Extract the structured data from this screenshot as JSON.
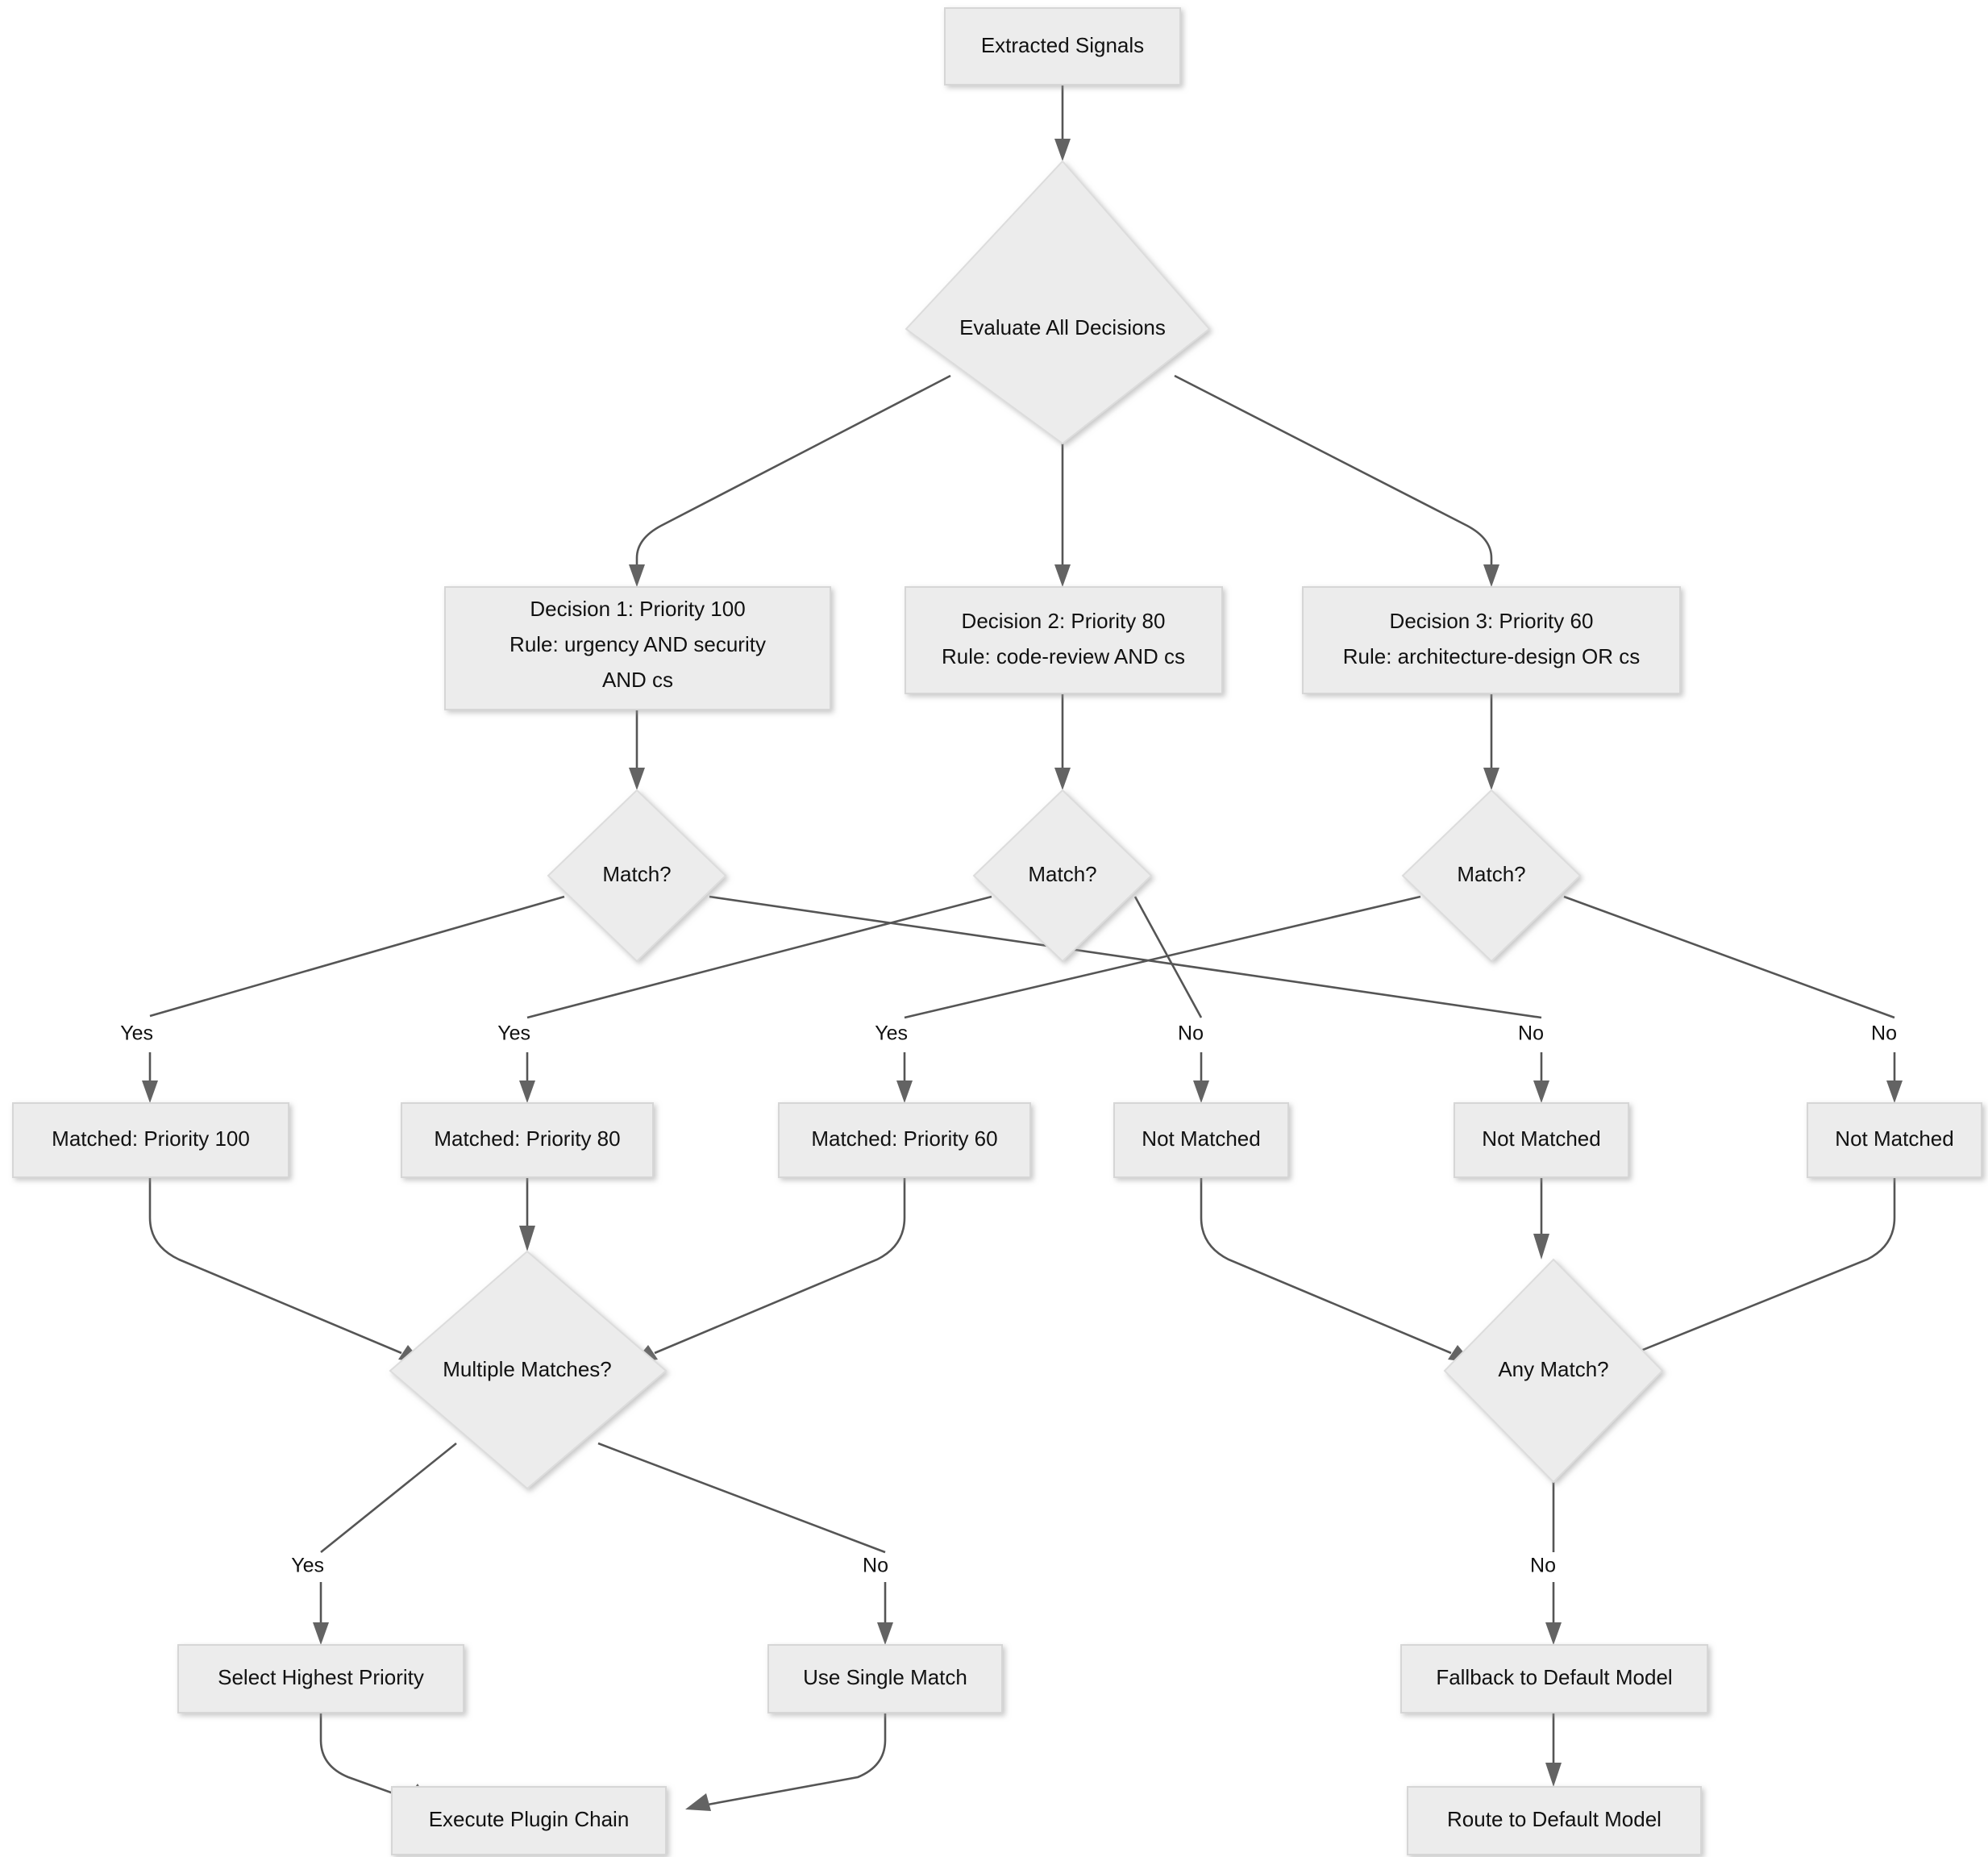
{
  "diagram": {
    "type": "flowchart",
    "direction": "top-down",
    "title": "Decision Routing Flowchart",
    "theme": {
      "node_fill": "#ececec",
      "node_stroke": "#d6d6d6",
      "edge_stroke": "#555555",
      "arrow_fill": "#636363",
      "text_color": "#111111",
      "background": "#ffffff"
    },
    "nodes": [
      {
        "id": "extracted-signals",
        "shape": "rect",
        "lines": [
          "Extracted Signals"
        ]
      },
      {
        "id": "evaluate-all",
        "shape": "diamond",
        "lines": [
          "Evaluate All Decisions"
        ]
      },
      {
        "id": "decision-1",
        "shape": "rect",
        "lines": [
          "Decision 1: Priority 100",
          "Rule: urgency AND security",
          "AND cs"
        ]
      },
      {
        "id": "decision-2",
        "shape": "rect",
        "lines": [
          "Decision 2: Priority 80",
          "Rule: code-review AND cs"
        ]
      },
      {
        "id": "decision-3",
        "shape": "rect",
        "lines": [
          "Decision 3: Priority 60",
          "Rule: architecture-design OR cs"
        ]
      },
      {
        "id": "match-1",
        "shape": "diamond",
        "lines": [
          "Match?"
        ]
      },
      {
        "id": "match-2",
        "shape": "diamond",
        "lines": [
          "Match?"
        ]
      },
      {
        "id": "match-3",
        "shape": "diamond",
        "lines": [
          "Match?"
        ]
      },
      {
        "id": "matched-100",
        "shape": "rect",
        "lines": [
          "Matched: Priority 100"
        ]
      },
      {
        "id": "matched-80",
        "shape": "rect",
        "lines": [
          "Matched: Priority 80"
        ]
      },
      {
        "id": "matched-60",
        "shape": "rect",
        "lines": [
          "Matched: Priority 60"
        ]
      },
      {
        "id": "not-matched-1",
        "shape": "rect",
        "lines": [
          "Not Matched"
        ]
      },
      {
        "id": "not-matched-2",
        "shape": "rect",
        "lines": [
          "Not Matched"
        ]
      },
      {
        "id": "not-matched-3",
        "shape": "rect",
        "lines": [
          "Not Matched"
        ]
      },
      {
        "id": "multiple-matches",
        "shape": "diamond",
        "lines": [
          "Multiple Matches?"
        ]
      },
      {
        "id": "any-match",
        "shape": "diamond",
        "lines": [
          "Any Match?"
        ]
      },
      {
        "id": "select-highest",
        "shape": "rect",
        "lines": [
          "Select Highest Priority"
        ]
      },
      {
        "id": "use-single",
        "shape": "rect",
        "lines": [
          "Use Single Match"
        ]
      },
      {
        "id": "fallback-default",
        "shape": "rect",
        "lines": [
          "Fallback to Default Model"
        ]
      },
      {
        "id": "execute-plugin",
        "shape": "rect",
        "lines": [
          "Execute Plugin Chain"
        ]
      },
      {
        "id": "route-default",
        "shape": "rect",
        "lines": [
          "Route to Default Model"
        ]
      }
    ],
    "edges": [
      {
        "from": "extracted-signals",
        "to": "evaluate-all",
        "label": ""
      },
      {
        "from": "evaluate-all",
        "to": "decision-1",
        "label": ""
      },
      {
        "from": "evaluate-all",
        "to": "decision-2",
        "label": ""
      },
      {
        "from": "evaluate-all",
        "to": "decision-3",
        "label": ""
      },
      {
        "from": "decision-1",
        "to": "match-1",
        "label": ""
      },
      {
        "from": "decision-2",
        "to": "match-2",
        "label": ""
      },
      {
        "from": "decision-3",
        "to": "match-3",
        "label": ""
      },
      {
        "from": "match-1",
        "to": "matched-100",
        "label": "Yes"
      },
      {
        "from": "match-1",
        "to": "not-matched-2",
        "label": "No"
      },
      {
        "from": "match-2",
        "to": "matched-80",
        "label": "Yes"
      },
      {
        "from": "match-2",
        "to": "not-matched-1",
        "label": "No"
      },
      {
        "from": "match-3",
        "to": "matched-60",
        "label": "Yes"
      },
      {
        "from": "match-3",
        "to": "not-matched-3",
        "label": "No"
      },
      {
        "from": "matched-100",
        "to": "multiple-matches",
        "label": ""
      },
      {
        "from": "matched-80",
        "to": "multiple-matches",
        "label": ""
      },
      {
        "from": "matched-60",
        "to": "multiple-matches",
        "label": ""
      },
      {
        "from": "not-matched-1",
        "to": "any-match",
        "label": ""
      },
      {
        "from": "not-matched-2",
        "to": "any-match",
        "label": ""
      },
      {
        "from": "not-matched-3",
        "to": "any-match",
        "label": ""
      },
      {
        "from": "multiple-matches",
        "to": "select-highest",
        "label": "Yes"
      },
      {
        "from": "multiple-matches",
        "to": "use-single",
        "label": "No"
      },
      {
        "from": "any-match",
        "to": "fallback-default",
        "label": "No"
      },
      {
        "from": "select-highest",
        "to": "execute-plugin",
        "label": ""
      },
      {
        "from": "use-single",
        "to": "execute-plugin",
        "label": ""
      },
      {
        "from": "fallback-default",
        "to": "route-default",
        "label": ""
      }
    ],
    "edge_labels": {
      "match1_yes": "Yes",
      "match2_yes": "Yes",
      "match3_yes": "Yes",
      "match2_no": "No",
      "match1_no": "No",
      "match3_no": "No",
      "multi_yes": "Yes",
      "multi_no": "No",
      "any_no": "No"
    },
    "labels": {
      "extracted_signals": "Extracted Signals",
      "evaluate_all": "Evaluate All Decisions",
      "decision_1_l1": "Decision 1: Priority 100",
      "decision_1_l2": "Rule: urgency AND security",
      "decision_1_l3": "AND cs",
      "decision_2_l1": "Decision 2: Priority 80",
      "decision_2_l2": "Rule: code-review AND cs",
      "decision_3_l1": "Decision 3: Priority 60",
      "decision_3_l2": "Rule: architecture-design OR cs",
      "match_1": "Match?",
      "match_2": "Match?",
      "match_3": "Match?",
      "matched_100": "Matched: Priority 100",
      "matched_80": "Matched: Priority 80",
      "matched_60": "Matched: Priority 60",
      "not_matched_1": "Not Matched",
      "not_matched_2": "Not Matched",
      "not_matched_3": "Not Matched",
      "multiple_matches": "Multiple Matches?",
      "any_match": "Any Match?",
      "select_highest": "Select Highest Priority",
      "use_single": "Use Single Match",
      "fallback_default": "Fallback to Default Model",
      "execute_plugin": "Execute Plugin Chain",
      "route_default": "Route to Default Model"
    }
  }
}
